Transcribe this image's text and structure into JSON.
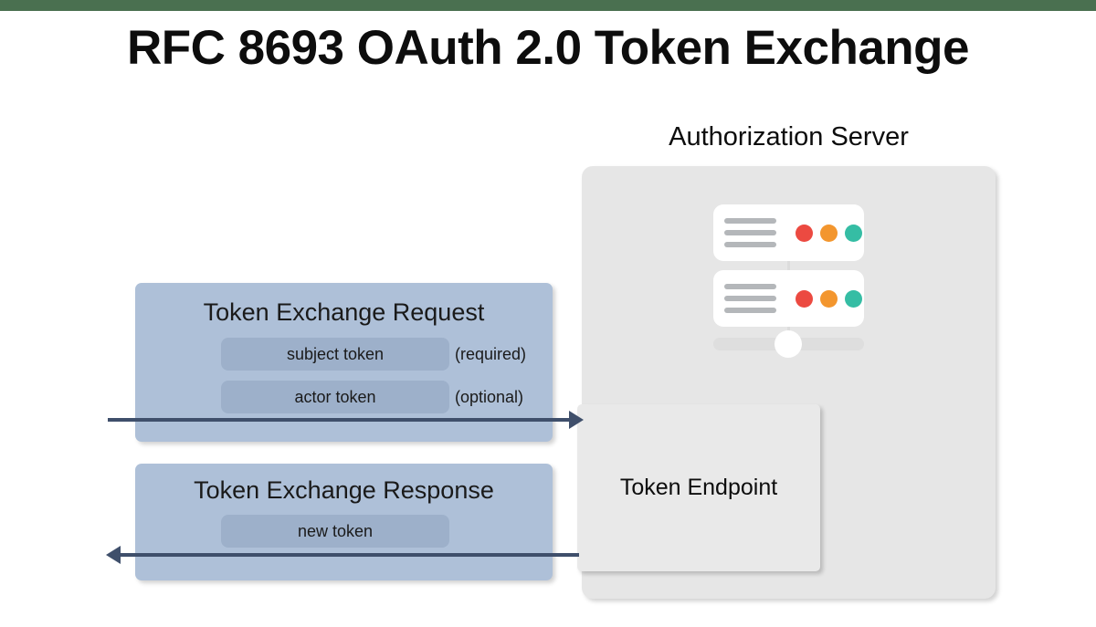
{
  "slide": {
    "title": "RFC 8693 OAuth 2.0 Token Exchange",
    "accent_color": "#4a7050",
    "background_color": "#ffffff"
  },
  "authorization_server": {
    "label": "Authorization Server",
    "box_color": "#e6e6e6",
    "illustration": {
      "card_count": 2,
      "card_color": "#ffffff",
      "line_color": "#b4b7ba",
      "lines_per_card": 3,
      "status_dots": [
        {
          "name": "status-dot-red",
          "color": "#ec4a41"
        },
        {
          "name": "status-dot-orange",
          "color": "#f3962e"
        },
        {
          "name": "status-dot-teal",
          "color": "#35bda4"
        }
      ],
      "slider": {
        "track_color": "#dedede",
        "knob_color": "#ffffff"
      }
    },
    "token_endpoint": {
      "label": "Token Endpoint",
      "box_color": "#e9e9e9"
    }
  },
  "messages": {
    "box_color": "#aec0d8",
    "pill_color": "#9db0ca",
    "request": {
      "title": "Token Exchange Request",
      "fields": [
        {
          "label": "subject token",
          "note": "(required)"
        },
        {
          "label": "actor token",
          "note": "(optional)"
        }
      ]
    },
    "response": {
      "title": "Token Exchange Response",
      "fields": [
        {
          "label": "new token",
          "note": ""
        }
      ]
    }
  },
  "arrows": {
    "color": "#3f4f6b",
    "request_direction": "right",
    "response_direction": "left"
  }
}
